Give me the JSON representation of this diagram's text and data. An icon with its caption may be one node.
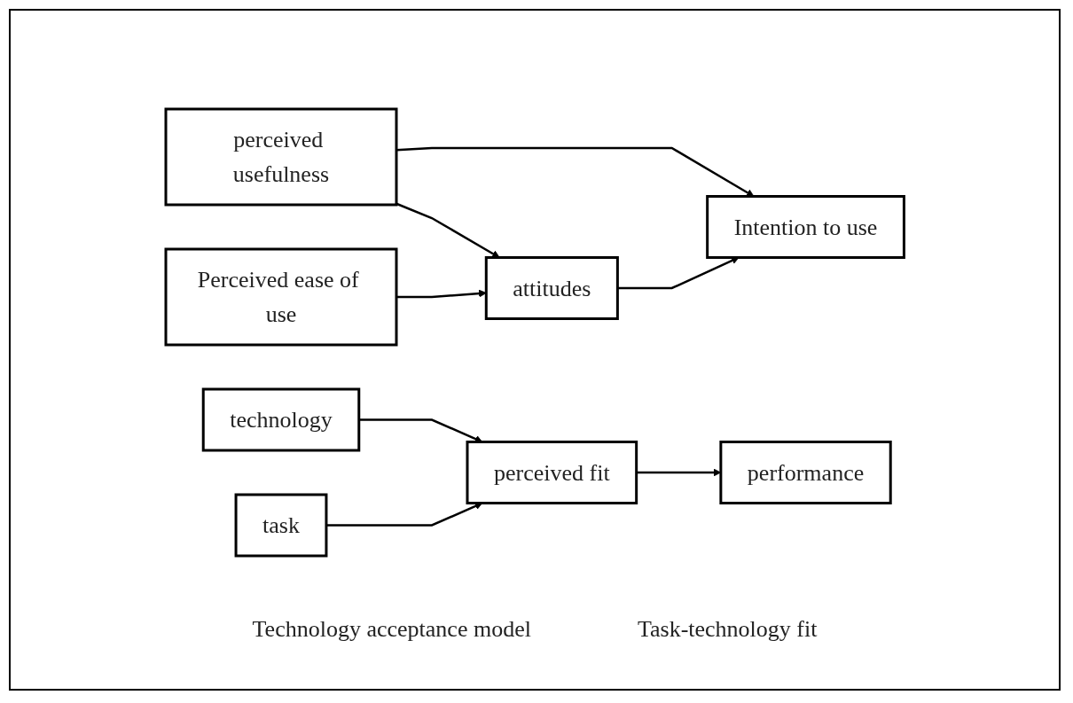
{
  "diagram": {
    "nodes": [
      {
        "text": [
          "perceived usefulness"
        ]
      },
      {
        "text": [
          "Perceived ease of use"
        ]
      },
      {
        "text": [
          "attitudes"
        ]
      },
      {
        "text": [
          "Intention to use"
        ]
      },
      {
        "text": [
          "technology"
        ]
      },
      {
        "text": [
          "task"
        ]
      },
      {
        "text": [
          "perceived fit"
        ]
      },
      {
        "text": [
          "performance"
        ]
      }
    ],
    "edges": [
      {
        "from": 0,
        "to": 3,
        "arrow": "to"
      },
      {
        "from": 0,
        "to": 2,
        "arrow": "to"
      },
      {
        "from": 1,
        "to": 2,
        "arrow": "to"
      },
      {
        "from": 2,
        "to": 3,
        "arrow": "to"
      },
      {
        "from": 4,
        "to": 6,
        "arrow": "to"
      },
      {
        "from": 5,
        "to": 6,
        "arrow": "to"
      },
      {
        "from": 6,
        "to": 7,
        "arrow": "to"
      }
    ],
    "labels": [
      "Technology acceptance model",
      "Task-technology fit"
    ]
  }
}
